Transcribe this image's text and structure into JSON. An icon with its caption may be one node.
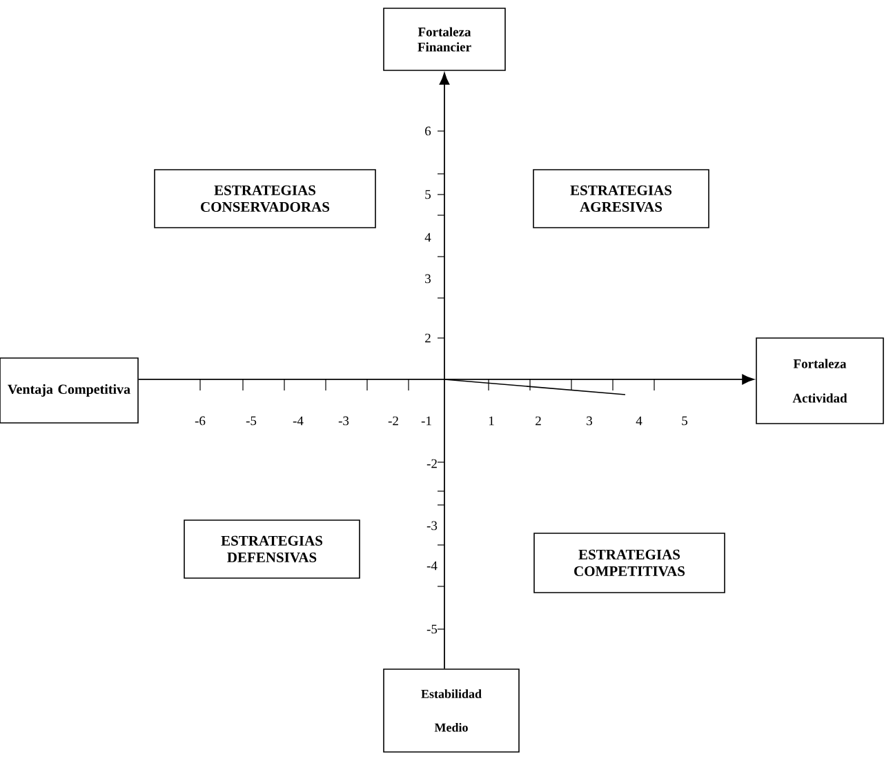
{
  "diagram": {
    "nodes": [
      {
        "text": [
          "Fortaleza Financier"
        ]
      },
      {
        "text": [
          "Ventaja Competitiva"
        ]
      },
      {
        "text": [
          "Fortaleza",
          "Actividad"
        ]
      },
      {
        "text": [
          "Estabilidad",
          "Medio"
        ]
      },
      {
        "text": [
          "ESTRATEGIAS CONSERVADORAS"
        ]
      },
      {
        "text": [
          "ESTRATEGIAS AGRESIVAS"
        ]
      },
      {
        "text": [
          "ESTRATEGIAS DEFENSIVAS"
        ]
      },
      {
        "text": [
          "ESTRATEGIAS COMPETITIVAS"
        ]
      }
    ],
    "edges": [
      {
        "from": 3,
        "to": 0,
        "arrow": "to"
      },
      {
        "from": 1,
        "to": 2,
        "arrow": "to"
      }
    ],
    "labels": [
      "6",
      "5",
      "4",
      "3",
      "2",
      "-6",
      "-5",
      "-4",
      "-3",
      "-2",
      "-1",
      "1",
      "2",
      "3",
      "4",
      "5",
      "-2",
      "-3",
      "-4",
      "-5"
    ]
  }
}
